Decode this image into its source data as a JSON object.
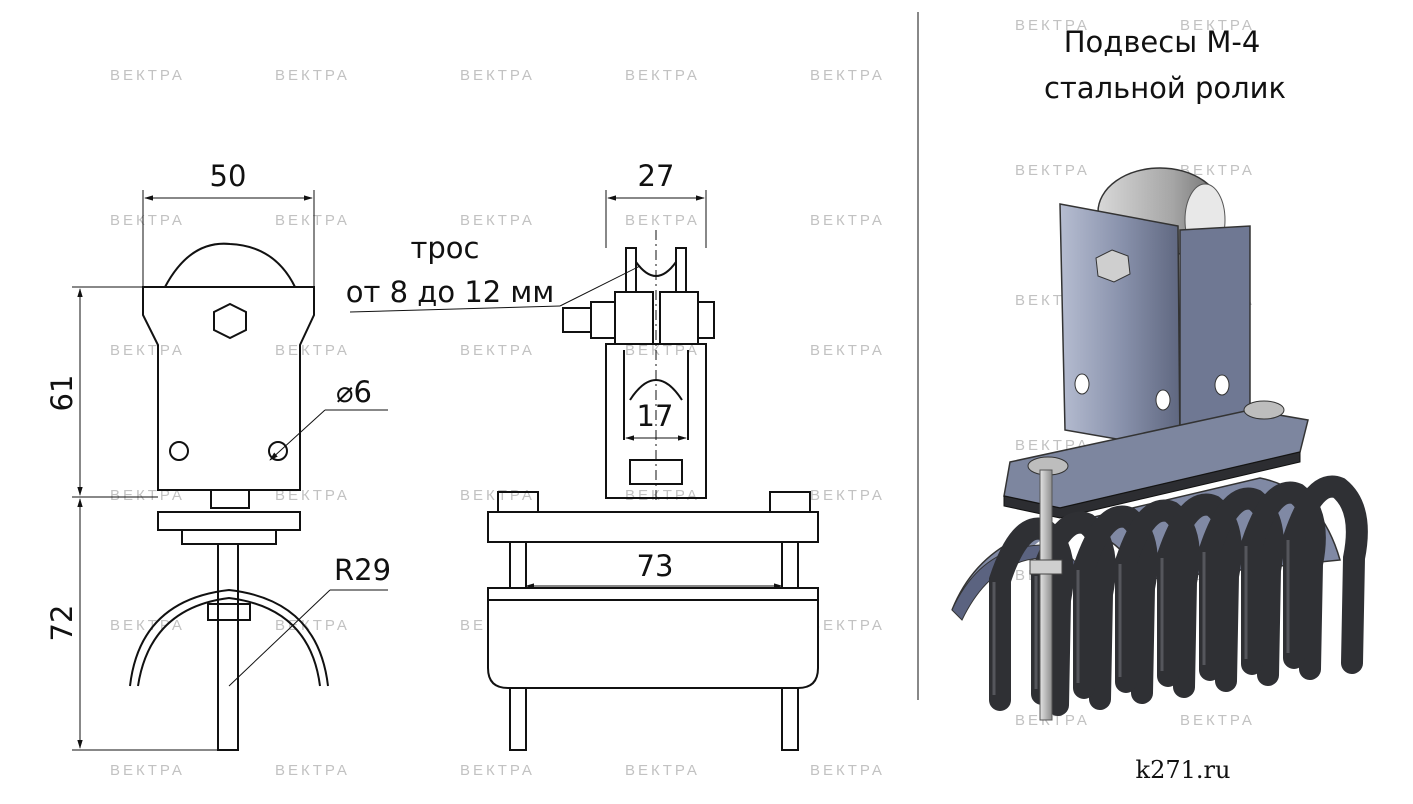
{
  "watermark": "ВЕКТРА",
  "title": {
    "line1": "Подвесы М-4",
    "line2": "стальной ролик"
  },
  "dimensions": {
    "width_front": "50",
    "height_top": "61",
    "height_bottom": "72",
    "hole_dia": "⌀6",
    "radius": "R29",
    "width_side": "27",
    "roller_gap": "17",
    "rod_spacing": "73"
  },
  "note": {
    "line1": "трос",
    "line2": "от 8 до 12 мм"
  },
  "website": "k271.ru",
  "colors": {
    "steel": "#8a93ad",
    "cable": "#2f3034",
    "line": "#111111"
  }
}
